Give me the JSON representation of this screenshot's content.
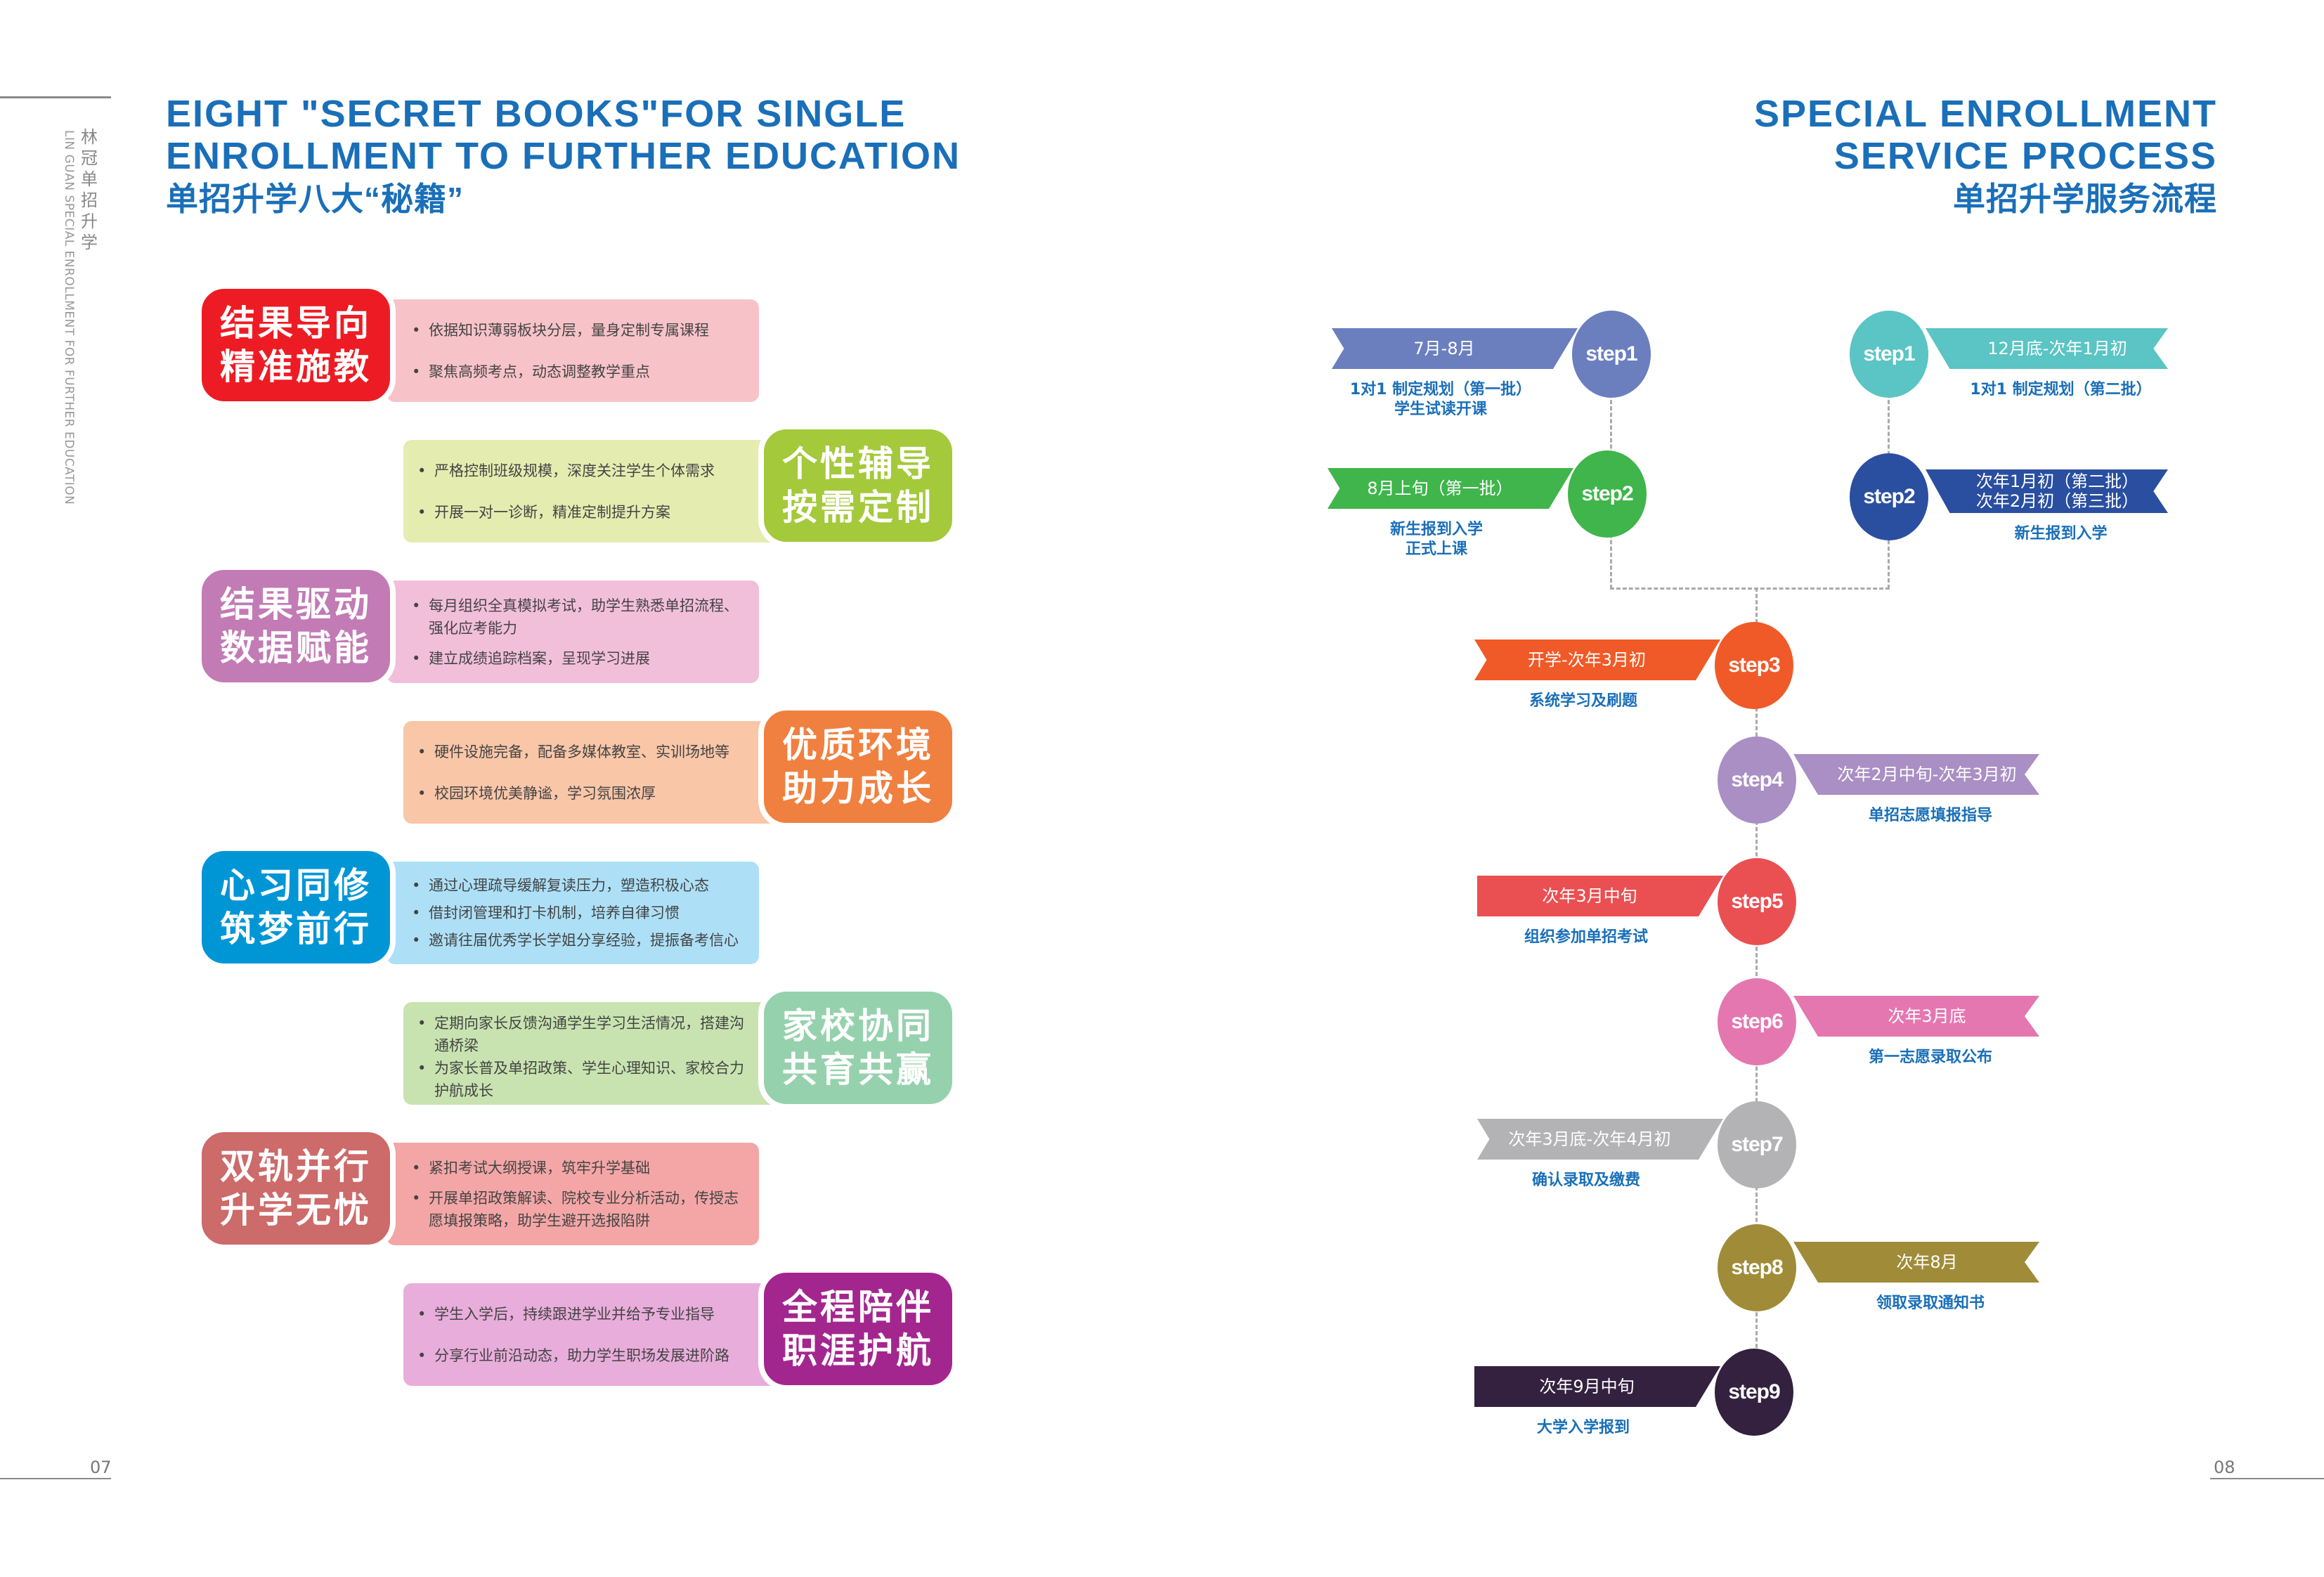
{
  "sidebar": {
    "brand_cn": "林冠单招升学",
    "brand_en": "LIN GUAN SPECIAL ENROLLMENT FOR FURTHER EDUCATION"
  },
  "left_page": {
    "title_en_1": "EIGHT \"SECRET BOOKS\"FOR SINGLE",
    "title_en_2": "ENROLLMENT TO FURTHER EDUCATION",
    "title_cn": "单招升学八大“秘籍”",
    "page_number": "07",
    "cards": [
      {
        "l1": "结果导向",
        "l2": "精准施教",
        "color": "#ed1c24",
        "bg": "#f7c3c8",
        "points": [
          "依据知识薄弱板块分层，量身定制专属课程",
          "聚焦高频考点，动态调整教学重点"
        ]
      },
      {
        "l1": "个性辅导",
        "l2": "按需定制",
        "color": "#a4c93b",
        "bg": "#e5ecb0",
        "points": [
          "严格控制班级规模，深度关注学生个体需求",
          "开展一对一诊断，精准定制提升方案"
        ]
      },
      {
        "l1": "结果驱动",
        "l2": "数据赋能",
        "color": "#c27bb5",
        "bg": "#f2bfdb",
        "points": [
          "每月组织全真模拟考试，助学生熟悉单招流程、强化应考能力",
          "建立成绩追踪档案，呈现学习进展"
        ]
      },
      {
        "l1": "优质环境",
        "l2": "助力成长",
        "color": "#f08040",
        "bg": "#f9c6a8",
        "points": [
          "硬件设施完备，配备多媒体教室、实训场地等",
          "校园环境优美静谧，学习氛围浓厚"
        ]
      },
      {
        "l1": "心习同修",
        "l2": "筑梦前行",
        "color": "#0096d6",
        "bg": "#ade0f7",
        "points": [
          "通过心理疏导缓解复读压力，塑造积极心态",
          "借封闭管理和打卡机制，培养自律习惯",
          "邀请往届优秀学长学姐分享经验，提振备考信心"
        ]
      },
      {
        "l1": "家校协同",
        "l2": "共育共赢",
        "color": "#96d1ad",
        "bg": "#c8e3b0",
        "points": [
          "定期向家长反馈沟通学生学习生活情况，搭建沟通桥梁",
          "为家长普及单招政策、学生心理知识、家校合力护航成长"
        ]
      },
      {
        "l1": "双轨并行",
        "l2": "升学无忧",
        "color": "#cd6a6a",
        "bg": "#f4a6a6",
        "points": [
          "紧扣考试大纲授课，筑牢升学基础",
          "开展单招政策解读、院校专业分析活动，传授志愿填报策略，助学生避开选报陷阱"
        ]
      },
      {
        "l1": "全程陪伴",
        "l2": "职涯护航",
        "color": "#a3268f",
        "bg": "#e8addb",
        "points": [
          "学生入学后，持续跟进学业并给予专业指导",
          "分享行业前沿动态，助力学生职场发展进阶路"
        ]
      }
    ]
  },
  "right_page": {
    "title_en_1": "SPECIAL ENROLLMENT",
    "title_en_2": "SERVICE PROCESS",
    "title_cn": "单招升学服务流程",
    "page_number": "08",
    "steps": [
      {
        "label": "step1",
        "time": [
          "7月-8月"
        ],
        "desc": [
          "1对1 制定规划（第一批）",
          "学生试读开课"
        ],
        "color": "#6b7fbf"
      },
      {
        "label": "step2",
        "time": [
          "8月上旬（第一批）"
        ],
        "desc": [
          "新生报到入学",
          "正式上课"
        ],
        "color": "#3fb54b"
      },
      {
        "label": "step1",
        "time": [
          "12月底-次年1月初"
        ],
        "desc": [
          "1对1 制定规划（第二批）"
        ],
        "color": "#5bc4c4"
      },
      {
        "label": "step2",
        "time": [
          "次年1月初（第二批）",
          "次年2月初（第三批）"
        ],
        "desc": [
          "新生报到入学"
        ],
        "color": "#2a4fa0"
      },
      {
        "label": "step3",
        "time": [
          "开学-次年3月初"
        ],
        "desc": [
          "系统学习及刷题"
        ],
        "color": "#f05a28"
      },
      {
        "label": "step4",
        "time": [
          "次年2月中旬-次年3月初"
        ],
        "desc": [
          "单招志愿填报指导"
        ],
        "color": "#a98fc4"
      },
      {
        "label": "step5",
        "time": [
          "次年3月中旬"
        ],
        "desc": [
          "组织参加单招考试"
        ],
        "color": "#ea4f52"
      },
      {
        "label": "step6",
        "time": [
          "次年3月底"
        ],
        "desc": [
          "第一志愿录取公布"
        ],
        "color": "#e477b0"
      },
      {
        "label": "step7",
        "time": [
          "次年3月底-次年4月初"
        ],
        "desc": [
          "确认录取及缴费"
        ],
        "color": "#b3b3b5"
      },
      {
        "label": "step8",
        "time": [
          "次年8月"
        ],
        "desc": [
          "领取录取通知书"
        ],
        "color": "#a08c38"
      },
      {
        "label": "step9",
        "time": [
          "次年9月中旬"
        ],
        "desc": [
          "大学入学报到"
        ],
        "color": "#33213f"
      }
    ]
  }
}
